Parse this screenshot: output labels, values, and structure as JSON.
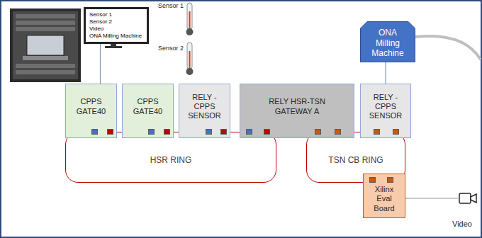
{
  "diagram": {
    "nodes": [
      {
        "text": [
          "Sensor 1",
          "Sensor 2",
          "Video",
          "ONA Milling Machine"
        ]
      },
      {
        "text": [
          "ONA Milling Machine"
        ]
      },
      {
        "text": [
          "CPPS GATE40"
        ]
      },
      {
        "text": [
          "CPPS GATE40"
        ]
      },
      {
        "text": [
          "RELY -CPPS SENSOR"
        ]
      },
      {
        "text": [
          "RELY HSR-TSN GATEWAY A"
        ]
      },
      {
        "text": [
          "RELY -CPPS SENSOR"
        ]
      },
      {
        "text": [
          "HSR RING"
        ]
      },
      {
        "text": [
          "TSN CB RING"
        ]
      },
      {
        "text": [
          "Xilinx Eval Board"
        ]
      }
    ],
    "edges": [
      {
        "from": 0,
        "to": 2,
        "arrow": "none"
      },
      {
        "from": 1,
        "to": 6,
        "arrow": "none"
      }
    ],
    "labels": [
      "Sensor 1",
      "Sensor 2",
      "Video"
    ]
  }
}
